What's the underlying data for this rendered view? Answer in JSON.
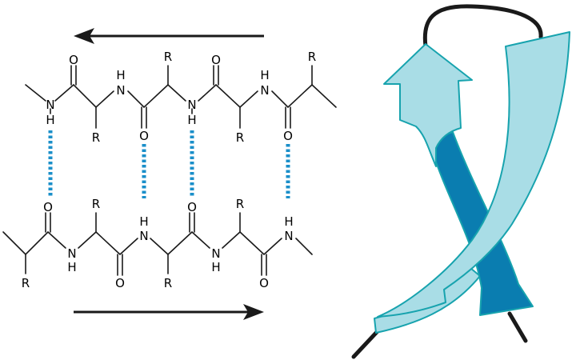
{
  "atoms": {
    "oxygen": "O",
    "nitrogen": "N",
    "hydrogen": "H",
    "side_chain": "R"
  },
  "colors": {
    "bond": "#1a1a1a",
    "hbond": "#1a8fc9",
    "ribbon_light": "#a9dde6",
    "ribbon_dark": "#0a7db0",
    "ribbon_edge": "#17a3ae",
    "loop": "#1a1a1a"
  },
  "arrows": {
    "top_direction": "left",
    "bottom_direction": "right"
  },
  "hydrogen_bond_count": 4
}
